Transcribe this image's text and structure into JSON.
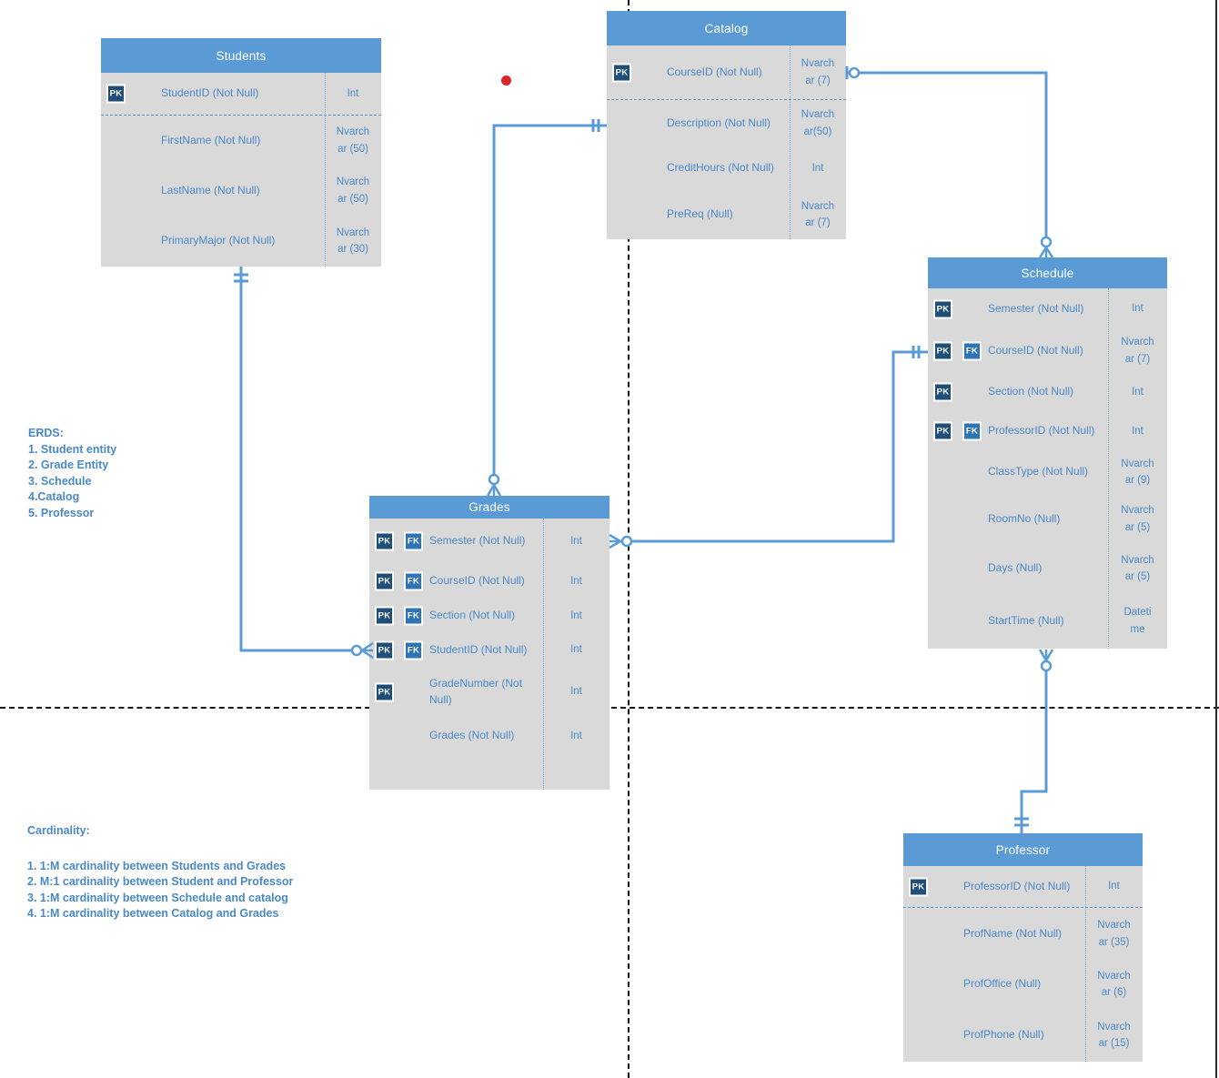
{
  "labels": {
    "pk": "PK",
    "fk": "FK"
  },
  "tables": {
    "students": {
      "title": "Students",
      "rows": [
        {
          "keys": [
            "PK"
          ],
          "name": "StudentID (Not Null)",
          "type": "Int"
        },
        {
          "keys": [],
          "name": "FirstName (Not Null)",
          "type": "Nvarchar (50)"
        },
        {
          "keys": [],
          "name": "LastName (Not Null)",
          "type": "Nvarchar (50)"
        },
        {
          "keys": [],
          "name": "PrimaryMajor (Not Null)",
          "type": "Nvarchar (30)"
        }
      ]
    },
    "catalog": {
      "title": "Catalog",
      "rows": [
        {
          "keys": [
            "PK"
          ],
          "name": "CourseID (Not Null)",
          "type": "Nvarchar (7)"
        },
        {
          "keys": [],
          "name": "Description (Not Null)",
          "type": "Nvarchar(50)"
        },
        {
          "keys": [],
          "name": "CreditHours (Not Null)",
          "type": "Int"
        },
        {
          "keys": [],
          "name": "PreReq (Null)",
          "type": "Nvarchar (7)"
        }
      ]
    },
    "schedule": {
      "title": "Schedule",
      "rows": [
        {
          "keys": [
            "PK"
          ],
          "name": "Semester (Not Null)",
          "type": "Int"
        },
        {
          "keys": [
            "PK",
            "FK"
          ],
          "name": "CourseID (Not Null)",
          "type": "Nvarchar (7)"
        },
        {
          "keys": [
            "PK"
          ],
          "name": "Section (Not Null)",
          "type": "Int"
        },
        {
          "keys": [
            "PK",
            "FK"
          ],
          "name": "ProfessorID (Not Null)",
          "type": "Int"
        },
        {
          "keys": [],
          "name": "ClassType (Not Null)",
          "type": "Nvarchar (9)"
        },
        {
          "keys": [],
          "name": "RoomNo (Null)",
          "type": "Nvarchar (5)"
        },
        {
          "keys": [],
          "name": "Days (Null)",
          "type": "Nvarchar (5)"
        },
        {
          "keys": [],
          "name": "StartTime (Null)",
          "type": "Datetime"
        }
      ]
    },
    "grades": {
      "title": "Grades",
      "rows": [
        {
          "keys": [
            "PK",
            "FK"
          ],
          "name": "Semester (Not Null)",
          "type": "Int"
        },
        {
          "keys": [
            "PK",
            "FK"
          ],
          "name": "CourseID (Not Null)",
          "type": "Int"
        },
        {
          "keys": [
            "PK",
            "FK"
          ],
          "name": "Section (Not Null)",
          "type": "Int"
        },
        {
          "keys": [
            "PK",
            "FK"
          ],
          "name": "StudentID (Not Null)",
          "type": "Int"
        },
        {
          "keys": [
            "PK"
          ],
          "name": "GradeNumber (Not Null)",
          "type": "Int"
        },
        {
          "keys": [],
          "name": "Grades (Not Null)",
          "type": "Int"
        }
      ]
    },
    "professor": {
      "title": "Professor",
      "rows": [
        {
          "keys": [
            "PK"
          ],
          "name": "ProfessorID (Not Null)",
          "type": "Int"
        },
        {
          "keys": [],
          "name": "ProfName (Not Null)",
          "type": "Nvarchar (35)"
        },
        {
          "keys": [],
          "name": "ProfOffice (Null)",
          "type": "Nvarchar (6)"
        },
        {
          "keys": [],
          "name": "ProfPhone (Null)",
          "type": "Nvarchar (15)"
        }
      ]
    }
  },
  "notes": {
    "erds": {
      "heading": "ERDS:",
      "items": [
        "1. Student entity",
        "2. Grade Entity",
        "3. Schedule",
        "4.Catalog",
        "5. Professor"
      ]
    },
    "cardinality": {
      "heading": "Cardinality:",
      "items": [
        "1. 1:M cardinality between Students and Grades",
        "2. M:1 cardinality between Student and Professor",
        "3. 1:M cardinality between Schedule and catalog",
        "4. 1:M cardinality between Catalog and Grades"
      ]
    }
  },
  "connectors": [
    {
      "from": "Students",
      "to": "Grades",
      "from_end": "one-and-only-one",
      "to_end": "zero-or-many"
    },
    {
      "from": "Grades",
      "to": "Catalog",
      "from_end": "zero-or-many",
      "to_end": "one-and-only-one"
    },
    {
      "from": "Catalog",
      "to": "Schedule",
      "from_end": "zero-or-one",
      "to_end": "zero-or-many"
    },
    {
      "from": "Grades",
      "to": "Schedule",
      "from_end": "zero-or-many",
      "to_end": "one-and-only-one"
    },
    {
      "from": "Schedule",
      "to": "Professor",
      "from_end": "zero-or-many",
      "to_end": "one-and-only-one"
    }
  ],
  "colors": {
    "header_blue": "#5b9bd5",
    "body_gray": "#d9d9d9",
    "pk_badge": "#1f4e79",
    "fk_badge": "#2e75b6",
    "text_blue": "#4a89c8",
    "connector_blue": "#5b9bd5",
    "red_marker": "#d9252a"
  }
}
